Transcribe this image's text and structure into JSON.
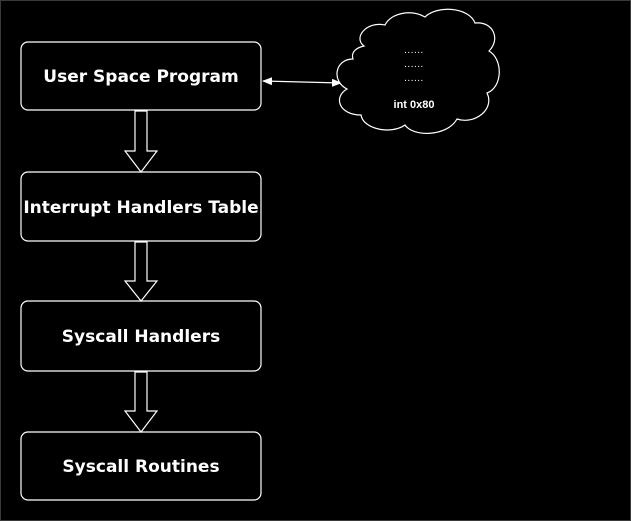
{
  "diagram": {
    "colors": {
      "background": "#000000",
      "stroke": "#ffffff",
      "text": "#ffffff"
    },
    "boxes": [
      {
        "id": "user-space-program",
        "label": "User Space Program"
      },
      {
        "id": "interrupt-handlers-table",
        "label": "Interrupt Handlers Table"
      },
      {
        "id": "syscall-handlers",
        "label": "Syscall Handlers"
      },
      {
        "id": "syscall-routines",
        "label": "Syscall Routines"
      }
    ],
    "cloud": {
      "dots": [
        "......",
        "......",
        "......"
      ],
      "label": "int 0x80"
    },
    "connectors": [
      {
        "from": "user-space-program",
        "to": "interrupt-handlers-table",
        "style": "block-arrow-down"
      },
      {
        "from": "interrupt-handlers-table",
        "to": "syscall-handlers",
        "style": "block-arrow-down"
      },
      {
        "from": "syscall-handlers",
        "to": "syscall-routines",
        "style": "block-arrow-down"
      },
      {
        "from": "user-space-program",
        "to": "cloud",
        "style": "double-headed-line"
      }
    ]
  }
}
